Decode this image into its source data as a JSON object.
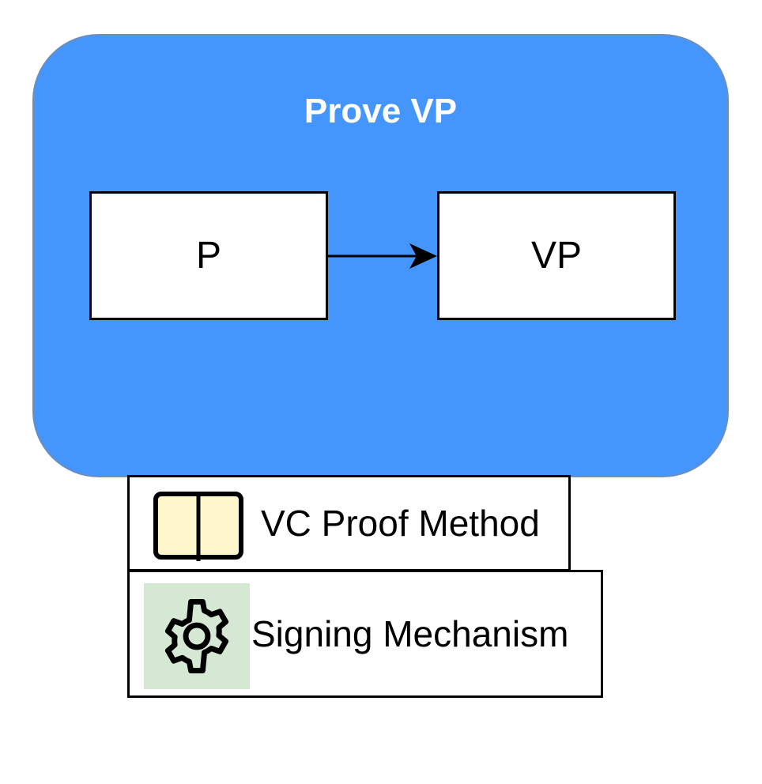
{
  "diagram": {
    "title": "Prove VP",
    "nodes": [
      {
        "id": "p",
        "label": "P"
      },
      {
        "id": "vp",
        "label": "VP"
      }
    ],
    "edges": [
      {
        "from": "p",
        "to": "vp"
      }
    ],
    "legend": [
      {
        "label": "VC Proof Method",
        "icon": "book-icon"
      },
      {
        "label": "Signing Mechanism",
        "icon": "gear-icon"
      }
    ]
  },
  "colors": {
    "container_fill": "#4495fc",
    "container_stroke": "#6d8ebd",
    "book_fill": "#fff7cc",
    "gear_background": "#d5e8d4"
  }
}
